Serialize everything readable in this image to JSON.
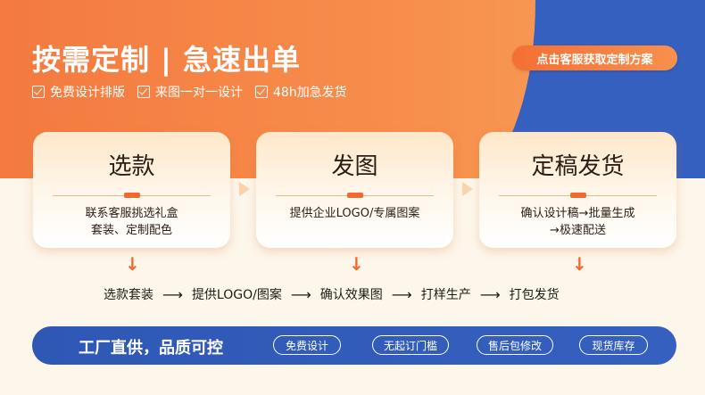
{
  "header": {
    "title": "按需定制 | 急速出单",
    "features": [
      "免费设计排版",
      "来图一对一设计",
      "48h加急发货"
    ],
    "cta_label": "点击客服获取定制方案"
  },
  "cards": [
    {
      "title": "选款",
      "desc_line1": "联系客服挑选礼盒",
      "desc_line2": "套装、定制配色"
    },
    {
      "title": "发图",
      "desc_line1": "提供企业LOGO/专属图案",
      "desc_line2": ""
    },
    {
      "title": "定稿发货",
      "desc_line1": "确认设计稿→批量生成",
      "desc_line2": "→极速配送"
    }
  ],
  "arrows": {
    "down": "↓",
    "flow": "⟶"
  },
  "flow": [
    "选款套装",
    "提供LOGO/图案",
    "确认效果图",
    "打样生产",
    "打包发货"
  ],
  "footer": {
    "title": "工厂直供，品质可控",
    "pills": [
      "免费设计",
      "无起订门槛",
      "售后包修改",
      "现货库存"
    ]
  },
  "colors": {
    "orange": "#f47a3f",
    "blue": "#3660bf",
    "cream": "#fdf6ea",
    "accent": "#f3692c"
  }
}
